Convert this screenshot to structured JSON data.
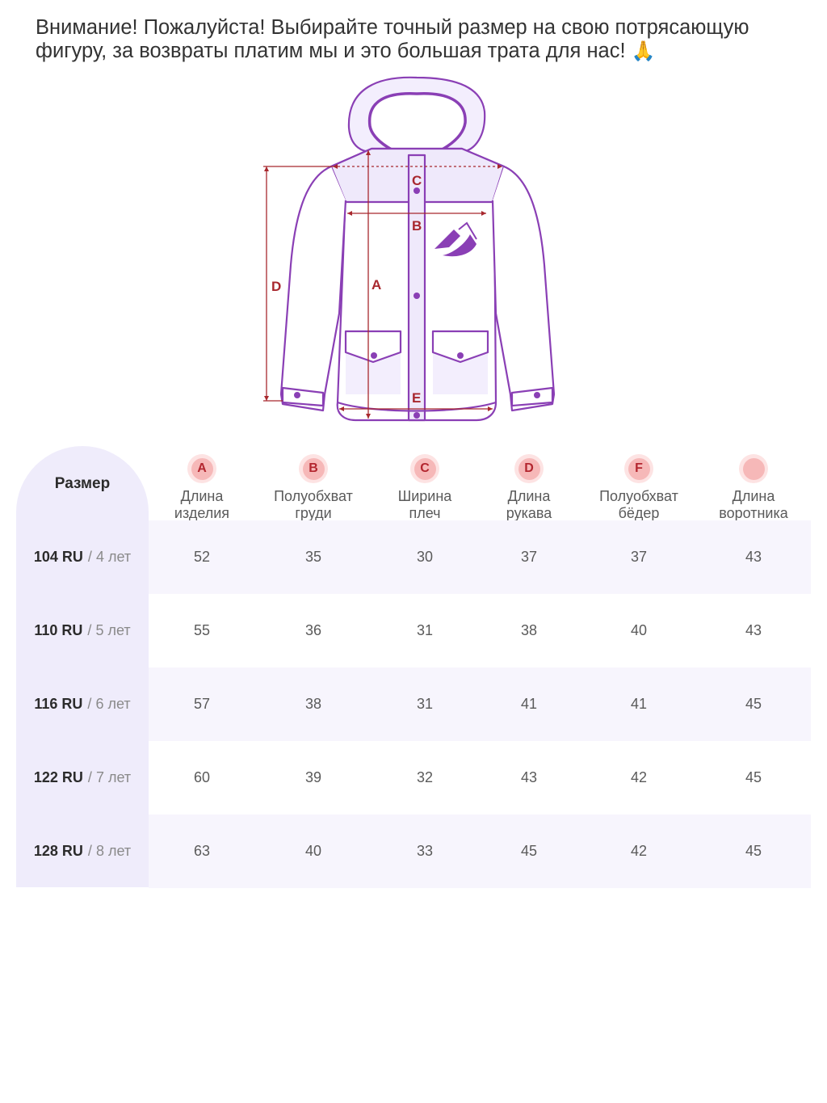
{
  "notice": {
    "text": "Внимание! Пожалуйста! Выбирайте точный размер на свою потрясающую фигуру, за возвраты платим мы и это большая трата для нас!",
    "emoji": "🙏"
  },
  "diagram": {
    "icon": "jacket-with-hood-outline",
    "labels": {
      "a": "A",
      "b": "B",
      "c": "C",
      "d": "D",
      "e": "E"
    },
    "colors": {
      "outline": "#8a3fb5",
      "fill": "#efe9fb",
      "measure": "#a8282e"
    }
  },
  "table": {
    "size_header": "Размер",
    "columns": [
      {
        "letter": "A",
        "label_line1": "Длина",
        "label_line2": "изделия"
      },
      {
        "letter": "B",
        "label_line1": "Полуобхват",
        "label_line2": "груди"
      },
      {
        "letter": "C",
        "label_line1": "Ширина",
        "label_line2": "плеч"
      },
      {
        "letter": "D",
        "label_line1": "Длина",
        "label_line2": "рукава"
      },
      {
        "letter": "F",
        "label_line1": "Полуобхват",
        "label_line2": "бёдер"
      },
      {
        "letter": "",
        "label_line1": "Длина",
        "label_line2": "воротника"
      }
    ],
    "rows": [
      {
        "size": "104 RU",
        "sep": "/",
        "age": "4 лет",
        "values": [
          "52",
          "35",
          "30",
          "37",
          "37",
          "43"
        ]
      },
      {
        "size": "110 RU",
        "sep": "/",
        "age": "5 лет",
        "values": [
          "55",
          "36",
          "31",
          "38",
          "40",
          "43"
        ]
      },
      {
        "size": "116 RU",
        "sep": "/",
        "age": "6 лет",
        "values": [
          "57",
          "38",
          "31",
          "41",
          "41",
          "45"
        ]
      },
      {
        "size": "122 RU",
        "sep": "/",
        "age": "7 лет",
        "values": [
          "60",
          "39",
          "32",
          "43",
          "42",
          "45"
        ]
      },
      {
        "size": "128 RU",
        "sep": "/",
        "age": "8 лет",
        "values": [
          "63",
          "40",
          "33",
          "45",
          "42",
          "45"
        ]
      }
    ],
    "colors": {
      "badge_outer": "#fde3e3",
      "badge_inner": "#f6b8b8",
      "badge_text": "#b3262f",
      "size_col": "#efecfb",
      "row_shade": "#f7f5fd"
    }
  }
}
